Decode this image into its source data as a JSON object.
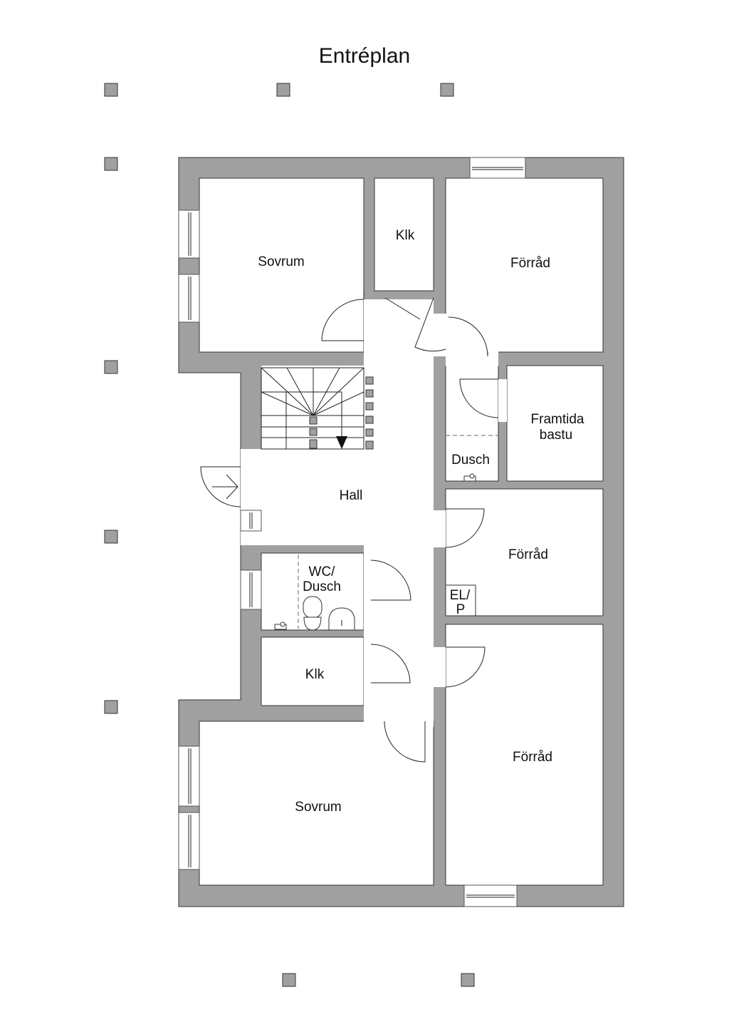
{
  "title": "Entréplan",
  "colors": {
    "wall": "#a0a0a0",
    "line": "#222222"
  },
  "rooms": {
    "sovrum_top": "Sovrum",
    "klk_top": "Klk",
    "forrad_top": "Förråd",
    "framtida": "Framtida",
    "bastu": "bastu",
    "dusch": "Dusch",
    "hall": "Hall",
    "forrad_mid": "Förråd",
    "el": "EL/",
    "p": "P",
    "wc": "WC/",
    "wc_dusch": "Dusch",
    "klk_bottom": "Klk",
    "sovrum_bottom": "Sovrum",
    "forrad_bottom": "Förråd"
  }
}
